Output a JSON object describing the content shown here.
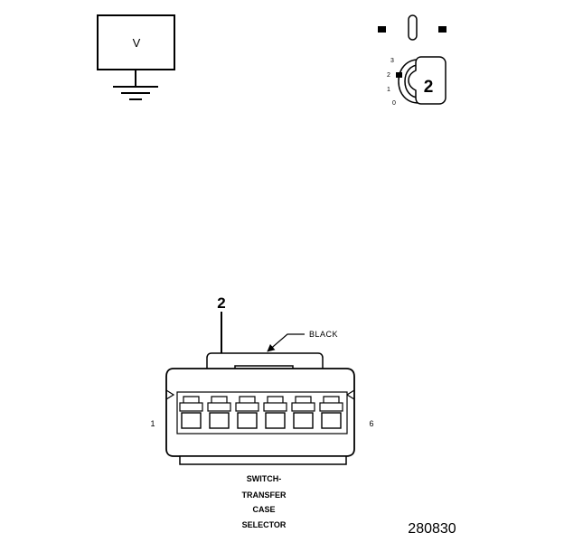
{
  "meter": {
    "symbol": "V"
  },
  "ignition": {
    "positions": [
      "3",
      "2",
      "1",
      "0"
    ],
    "key_number": "2"
  },
  "callout": {
    "number": "2"
  },
  "connector": {
    "color_label": "BLACK",
    "pin_first": "1",
    "pin_last": "6",
    "pin_count": 6,
    "probed_pin": 2,
    "title_lines": [
      "SWITCH-",
      "TRANSFER",
      "CASE",
      "SELECTOR"
    ]
  },
  "figure_id": "280830"
}
